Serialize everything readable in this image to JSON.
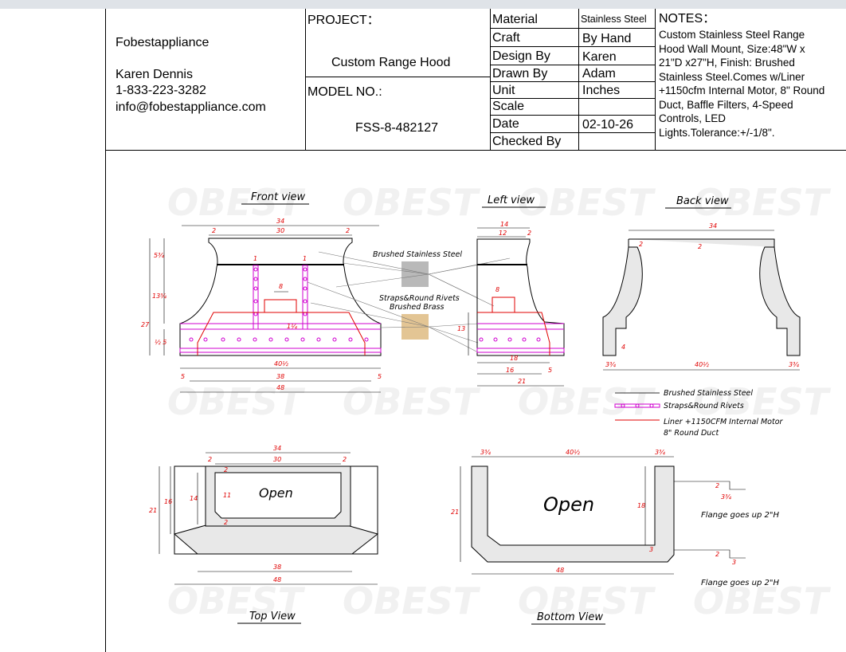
{
  "title_block": {
    "company": "Fobestappliance",
    "contact_name": "Karen Dennis",
    "phone": "1-833-223-3282",
    "email": "info@fobestappliance.com",
    "project_label": "PROJECT：",
    "project_value": "Custom Range Hood",
    "model_label": "MODEL NO.:",
    "model_value": "FSS-8-482127",
    "fields": [
      {
        "label": "Material",
        "value": "Stainless Steel"
      },
      {
        "label": "Craft",
        "value": "By Hand"
      },
      {
        "label": "Design By",
        "value": "Karen"
      },
      {
        "label": "Drawn By",
        "value": "Adam"
      },
      {
        "label": "Unit",
        "value": "Inches"
      },
      {
        "label": "Scale",
        "value": ""
      },
      {
        "label": "Date",
        "value": "02-10-26"
      },
      {
        "label": "Checked By",
        "value": ""
      }
    ],
    "notes_label": "NOTES：",
    "notes_text": "Custom Stainless Steel Range Hood Wall Mount, Size:48\"W x 21\"D x27\"H, Finish: Brushed Stainless Steel.Comes w/Liner +1150cfm Internal Motor, 8\" Round Duct, Baffle Filters, 4-Speed Controls, LED Lights.Tolerance:+/-1/8\"."
  },
  "views": {
    "front": "Front view",
    "left": "Left view",
    "back": "Back view",
    "top": "Top View",
    "bottom": "Bottom View"
  },
  "materials": {
    "steel_label": "Brushed Stainless Steel",
    "brass_label_1": "Straps&Round Rivets",
    "brass_label_2": "Brushed Brass",
    "steel_color": "#b9b9b9",
    "brass_color": "#e3c594"
  },
  "legend": [
    {
      "label": "Brushed Stainless Steel",
      "color": "#333333"
    },
    {
      "label": "Straps&Round Rivets",
      "color": "#d000d0"
    },
    {
      "label": "Liner +1150CFM Internal Motor",
      "color": "#e00000"
    },
    {
      "label": "8\" Round Duct",
      "color": "#e00000"
    }
  ],
  "annotations": {
    "open_top": "Open",
    "open_bottom": "Open",
    "flange_1": "Flange goes up 2\"H",
    "flange_2": "Flange goes up 2\"H"
  },
  "dimensions": {
    "front": {
      "w34": "34",
      "w30": "30",
      "d2a": "2",
      "d2b": "2",
      "h534": "5¾",
      "h1334": "13¾",
      "h27": "27",
      "h412": "½ 5",
      "s1a": "1",
      "s1b": "1",
      "s8": "8",
      "s114": "1¼",
      "w4012": "40½",
      "w38": "38",
      "w48": "48",
      "s5a": "5",
      "s5b": "5"
    },
    "left": {
      "w14": "14",
      "w12": "12",
      "d2": "2",
      "s8": "8",
      "h13": "13",
      "w18": "18",
      "w16": "16",
      "w21": "21",
      "s5": "5"
    },
    "back": {
      "w34": "34",
      "d2a": "2",
      "d2b": "2",
      "h4": "4",
      "w334a": "3¾",
      "w4012": "40½",
      "w334b": "3¾"
    },
    "top": {
      "w34": "34",
      "w30": "30",
      "d2a": "2",
      "d2b": "2",
      "h21": "21",
      "h16": "16",
      "h14": "14",
      "h11": "11",
      "d2c": "2",
      "d2d": "2",
      "w38": "38",
      "w48": "48"
    },
    "bottom": {
      "w334a": "3¾",
      "w4012": "40½",
      "w334b": "3¾",
      "h21": "21",
      "h18": "18",
      "d3": "3",
      "w48": "48",
      "f2a": "2",
      "f334": "3¾",
      "f2b": "2",
      "f3": "3"
    }
  }
}
